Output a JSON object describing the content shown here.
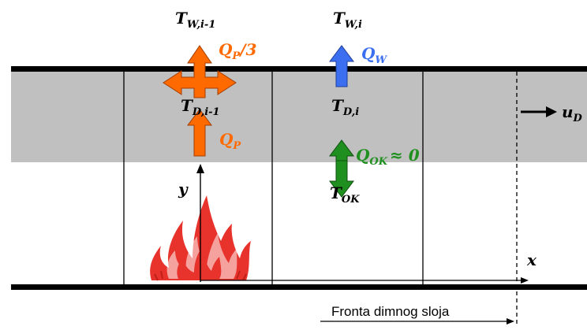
{
  "labels": {
    "tw_prev": {
      "main": "T",
      "sub": "W,i-1"
    },
    "tw_cur": {
      "main": "T",
      "sub": "W,i"
    },
    "qp3": {
      "main": "Q",
      "sub": "P",
      "suffix": "/3"
    },
    "qw": {
      "main": "Q",
      "sub": "W"
    },
    "td_prev": {
      "main": "T",
      "sub": "D,i-1"
    },
    "td_cur": {
      "main": "T",
      "sub": "D,i"
    },
    "ud": {
      "main": "u",
      "sub": "D"
    },
    "qp": {
      "main": "Q",
      "sub": "P"
    },
    "qok": {
      "main": "Q",
      "sub": "OK",
      "suffix": "≈ 0"
    },
    "tok": {
      "main": "T",
      "sub": "OK"
    },
    "y_axis": "y",
    "x_axis": "x",
    "front_caption": "Fronta dimnog sloja"
  },
  "colors": {
    "smoke_layer": "#c0c0c0",
    "orange_arrow": "#ff6a00",
    "blue_arrow": "#3b6ff0",
    "green_arrow": "#1f8f1f",
    "fire": "#e8322c",
    "orange_text": "#ff6a00",
    "blue_text": "#3b6ff0",
    "green_text": "#1f8f1f"
  },
  "icons": [
    "fire-icon",
    "arrow-up-icon",
    "cross-arrow-icon",
    "double-arrow-icon",
    "arrow-right-icon"
  ]
}
